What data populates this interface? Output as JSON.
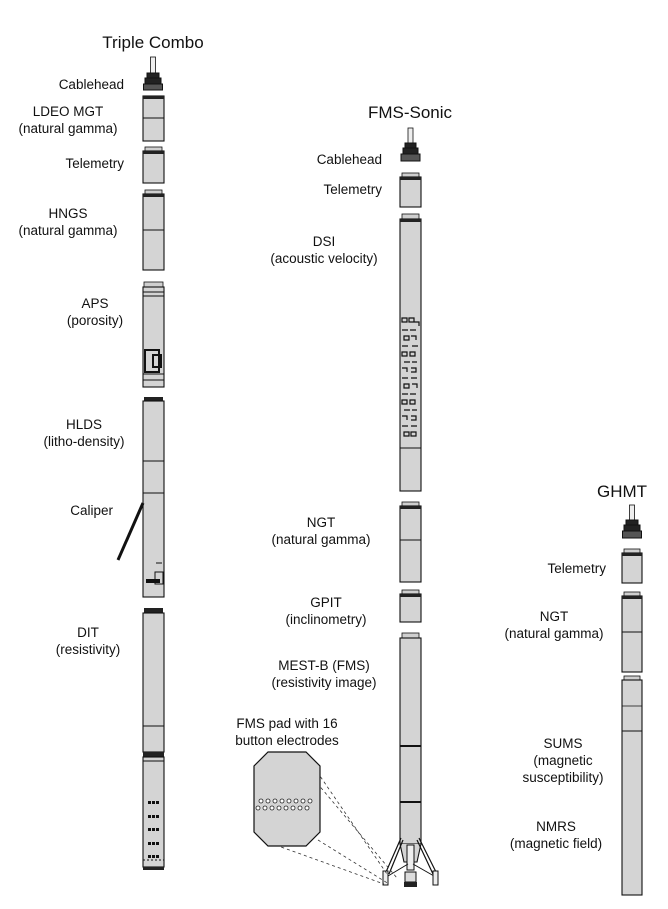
{
  "strings": {
    "triple_combo": {
      "title": "Triple Combo",
      "cablehead": "Cablehead",
      "ldeo_mgt": [
        "LDEO MGT",
        "(natural gamma)"
      ],
      "telemetry": "Telemetry",
      "hngs": [
        "HNGS",
        "(natural gamma)"
      ],
      "aps": [
        "APS",
        "(porosity)"
      ],
      "hlds": [
        "HLDS",
        "(litho-density)"
      ],
      "caliper": "Caliper",
      "dit": [
        "DIT",
        "(resistivity)"
      ]
    },
    "fms_sonic": {
      "title": "FMS-Sonic",
      "cablehead": "Cablehead",
      "telemetry": "Telemetry",
      "dsi": [
        "DSI",
        "(acoustic velocity)"
      ],
      "ngt": [
        "NGT",
        "(natural gamma)"
      ],
      "gpit": [
        "GPIT",
        "(inclinometry)"
      ],
      "mest": [
        "MEST-B (FMS)",
        "(resistivity image)"
      ],
      "fms_pad": [
        "FMS pad with 16",
        "button electrodes"
      ]
    },
    "ghmt": {
      "title": "GHMT",
      "telemetry": "Telemetry",
      "ngt": [
        "NGT",
        "(natural gamma)"
      ],
      "sums": [
        "SUMS",
        "(magnetic",
        "susceptibility)"
      ],
      "nmrs": [
        "NMRS",
        "(magnetic field)"
      ]
    }
  }
}
